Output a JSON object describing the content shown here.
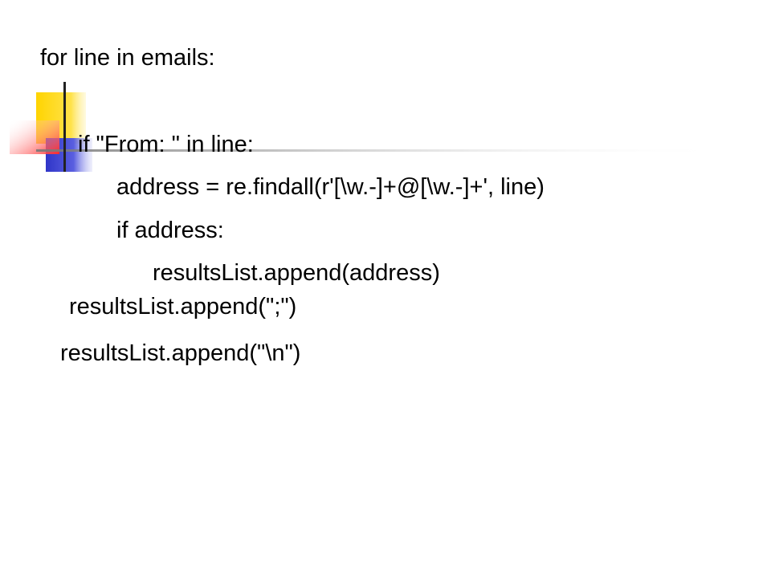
{
  "slide": {
    "code_lines": [
      "for line in emails:",
      "if \"From: \" in line:",
      "address = re.findall(r'[\\w.-]+@[\\w.-]+', line)",
      "if address:",
      "resultsList.append(address)",
      "resultsList.append(\";\")",
      "resultsList.append(\"\\n\")"
    ]
  },
  "colors": {
    "background": "#ffffff",
    "text": "#000000",
    "ornament_yellow": "#ffd800",
    "ornament_blue": "#3a3fd4",
    "ornament_red": "#ff3030",
    "ornament_rule": "#cccccc"
  }
}
